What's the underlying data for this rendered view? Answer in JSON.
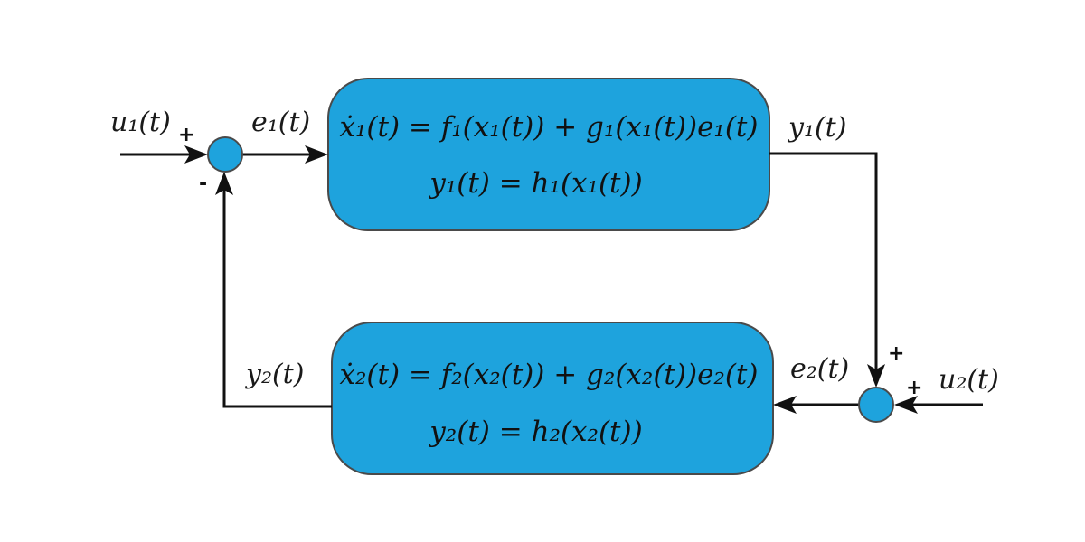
{
  "blocks": {
    "top": {
      "line1": "ẋ₁(t) = f₁(x₁(t)) + g₁(x₁(t))e₁(t)",
      "line2": "y₁(t) = h₁(x₁(t))"
    },
    "bottom": {
      "line1": "ẋ₂(t) = f₂(x₂(t)) + g₂(x₂(t))e₂(t)",
      "line2": "y₂(t) = h₂(x₂(t))"
    }
  },
  "signals": {
    "u1": "u₁(t)",
    "e1": "e₁(t)",
    "y1": "y₁(t)",
    "u2": "u₂(t)",
    "e2": "e₂(t)",
    "y2": "y₂(t)"
  },
  "signs": {
    "left_plus": "+",
    "left_minus": "-",
    "right_plus_top": "+",
    "right_plus_side": "+"
  },
  "colors": {
    "block_fill": "#1ea3dd",
    "block_stroke": "#4a4a4a",
    "wire": "#111111"
  }
}
